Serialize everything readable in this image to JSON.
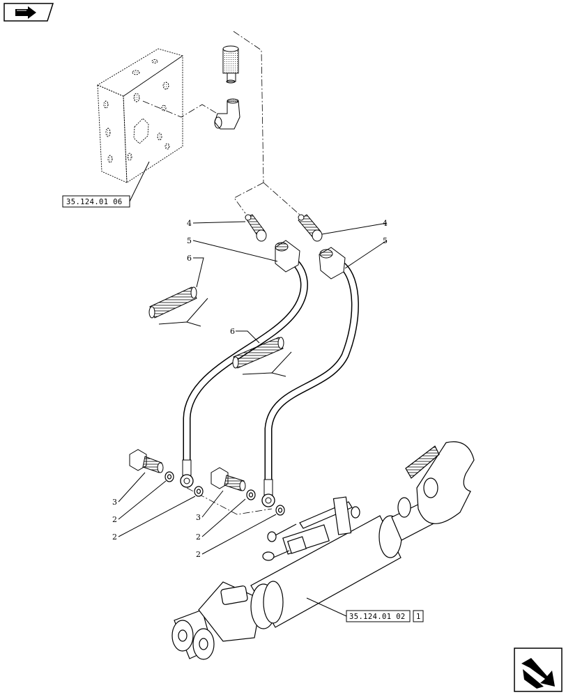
{
  "nav": {
    "top_icon": "prev-page-icon",
    "bottom_icon": "next-page-icon"
  },
  "references": {
    "valve_block": "35.124.01 06",
    "cylinder": "35.124.01 02",
    "cylinder_qty": "1"
  },
  "callouts": {
    "c4_left": "4",
    "c5_left": "5",
    "c6_left": "6",
    "c4_right": "4",
    "c5_right": "5",
    "c6_mid": "6",
    "c3_left": "3",
    "c2_left_a": "2",
    "c2_left_b": "2",
    "c3_right": "3",
    "c2_right_a": "2",
    "c2_right_b": "2"
  }
}
